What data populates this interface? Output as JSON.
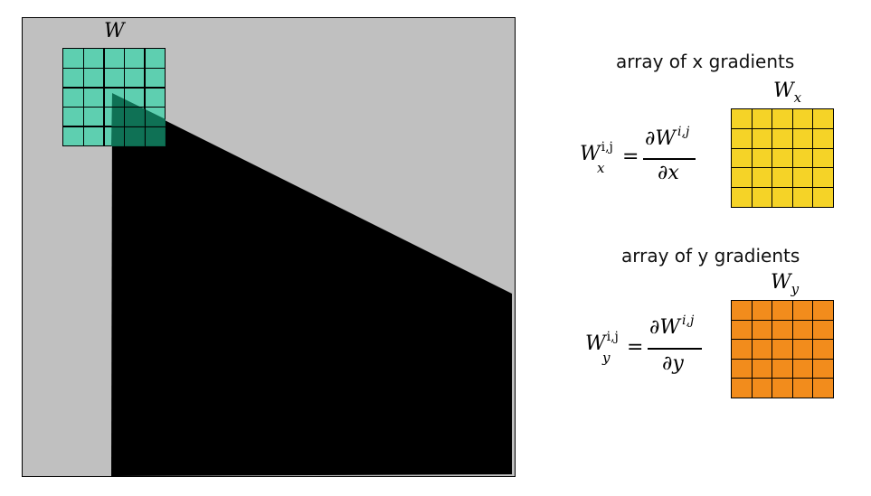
{
  "colors": {
    "background": "#c0c0c0",
    "shape": "#000000",
    "window": "#5ecfb0",
    "window_overlap": "#0b6b50",
    "wx_grid": "#f5d327",
    "wy_grid": "#f28c1c"
  },
  "window_label": "W",
  "grid_x": {
    "heading": "array of x gradients",
    "label_base": "W",
    "label_sub": "x"
  },
  "grid_y": {
    "heading": "array of y gradients",
    "label_base": "W",
    "label_sub": "y"
  },
  "formula_x": {
    "lhs_base": "W",
    "lhs_sub": "x",
    "lhs_sup": "i,j",
    "equals": "=",
    "num_partial": "∂",
    "num_base": "W",
    "num_sup": "i,j",
    "den": "∂x"
  },
  "formula_y": {
    "lhs_base": "W",
    "lhs_sub": "y",
    "lhs_sup": "i,j",
    "equals": "=",
    "num_partial": "∂",
    "num_base": "W",
    "num_sup": "i,j",
    "den": "∂y"
  },
  "grid_size": {
    "rows": 5,
    "cols": 5
  }
}
